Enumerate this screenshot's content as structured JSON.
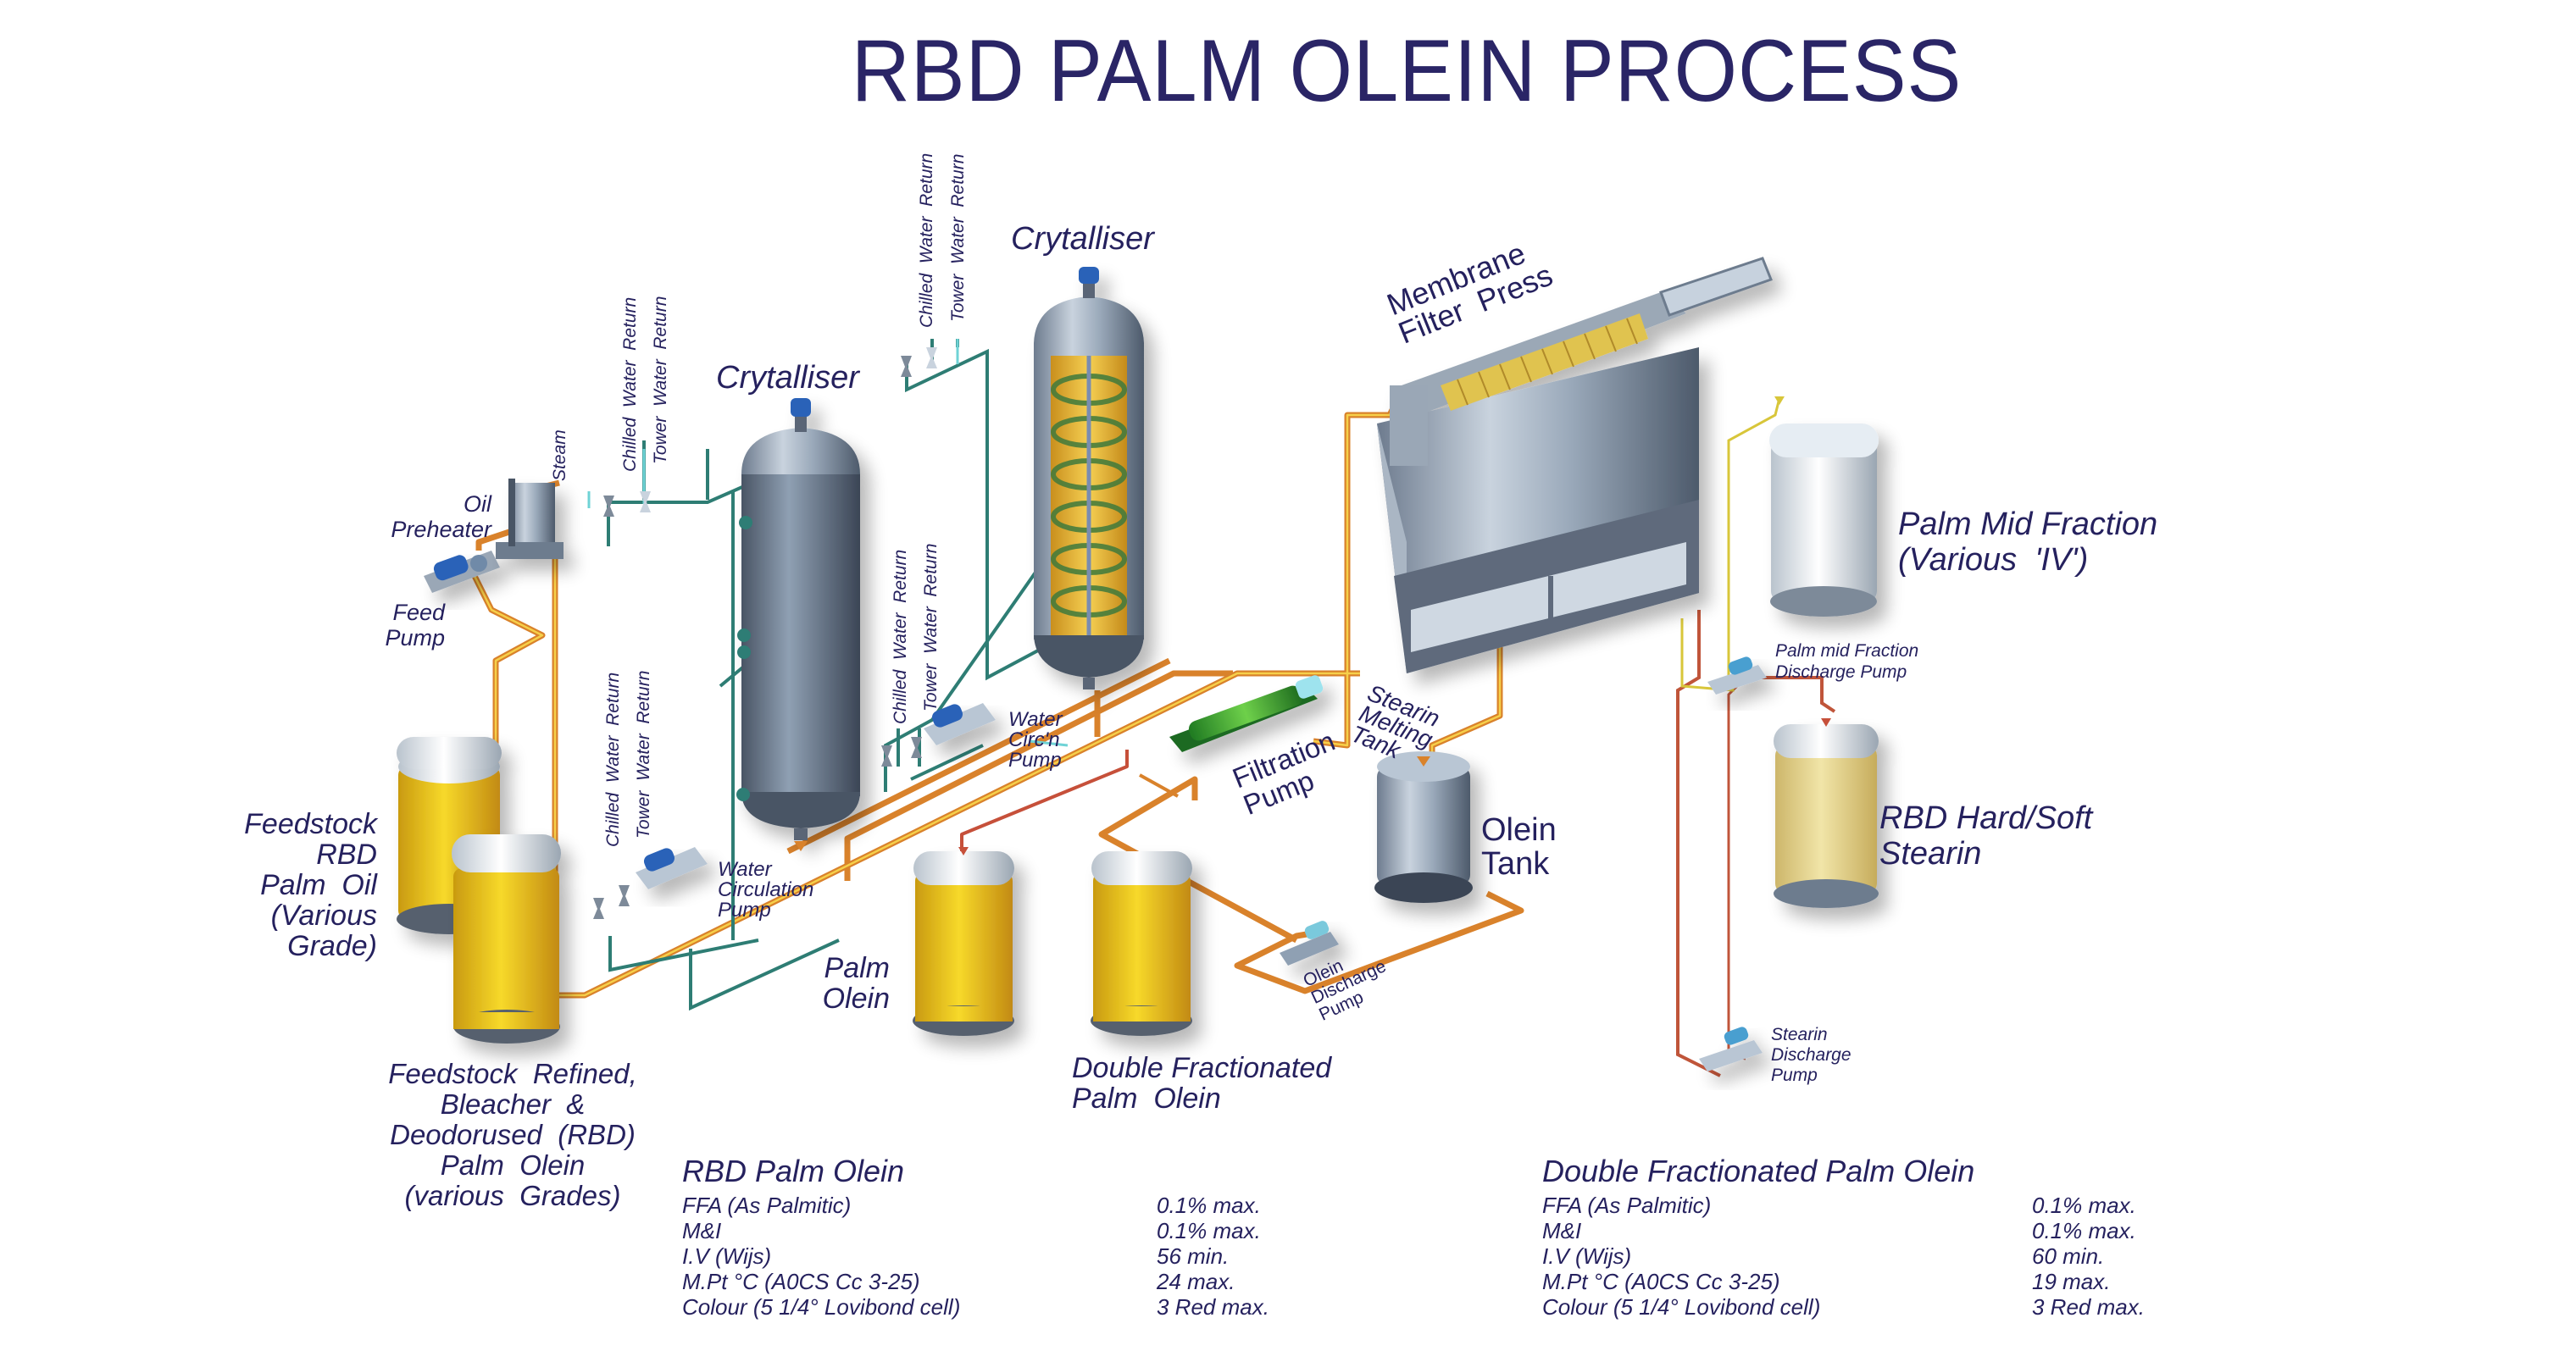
{
  "title": "RBD PALM OLEIN PROCESS",
  "colors": {
    "text": "#25215e",
    "oil_pipe": "#d9822b",
    "oil_pipe_highlight": "#f6d04a",
    "water_pipe": "#2e7d74",
    "water_pipe_light": "#6fd3d6",
    "stearin_pipe": "#c0553a",
    "midfraction_pipe": "#d8c63a",
    "vessel_steel": "#8a9aae",
    "oil_yellow": "#f2c81c",
    "stearin_cream": "#e7d58c",
    "filtration_pump": "#3aa13a"
  },
  "equipment": {
    "oil_preheater": "Oil\nPreheater",
    "steam": "Steam",
    "feed_pump": "Feed\nPump",
    "crystalliser_1": "Crytalliser",
    "crystalliser_2": "Crytalliser",
    "membrane_filter_press": "Membrane\nFilter  Press",
    "filtration_pump": "Filtration\nPump",
    "stearin_melting_tank": "Stearin\nMelting\nTank",
    "olein_tank": "Olein\nTank",
    "olein_discharge_pump": "Olein\nDischarge\nPump",
    "water_circulation_pump": "Water\nCirculation\nPump",
    "water_circn_pump": "Water\nCirc'n\nPump",
    "palm_mid_fraction": "Palm Mid Fraction\n(Various  'IV')",
    "palm_mid_fraction_pump": "Palm mid Fraction\nDischarge Pump",
    "rbd_stearin": "RBD Hard/Soft\nStearin",
    "stearin_discharge_pump": "Stearin\nDischarge\nPump",
    "palm_olein": "Palm\nOlein",
    "double_fractionated": "Double Fractionated\nPalm  Olein",
    "feedstock_rbd_palm_oil": "Feedstock\nRBD\nPalm  Oil\n(Various\nGrade)",
    "feedstock_rbd_palm_olein": "Feedstock  Refined,\nBleacher  &\nDeodorused  (RBD)\nPalm  Olein\n(various  Grades)"
  },
  "utility_labels": {
    "chilled_water_return": "Chilled  Water  Return",
    "tower_water_return": "Tower  Water  Return"
  },
  "specs": [
    {
      "title": "RBD Palm  Olein",
      "rows": [
        {
          "param": "FFA (As Palmitic)",
          "value": "0.1% max."
        },
        {
          "param": "M&I",
          "value": "0.1% max."
        },
        {
          "param": "I.V (Wijs)",
          "value": "56 min."
        },
        {
          "param": "M.Pt °C (A0CS  Cc 3-25)",
          "value": "24 max."
        },
        {
          "param": "Colour  (5 1/4° Lovibond  cell)",
          "value": "3 Red max."
        }
      ]
    },
    {
      "title": "Double Fractionated  Palm  Olein",
      "rows": [
        {
          "param": "FFA (As Palmitic)",
          "value": "0.1% max."
        },
        {
          "param": "M&I",
          "value": "0.1% max."
        },
        {
          "param": "I.V (Wijs)",
          "value": "60  min."
        },
        {
          "param": "M.Pt °C (A0CS  Cc 3-25)",
          "value": "19 max."
        },
        {
          "param": "Colour  (5 1/4° Lovibond  cell)",
          "value": "3 Red max."
        }
      ]
    }
  ]
}
